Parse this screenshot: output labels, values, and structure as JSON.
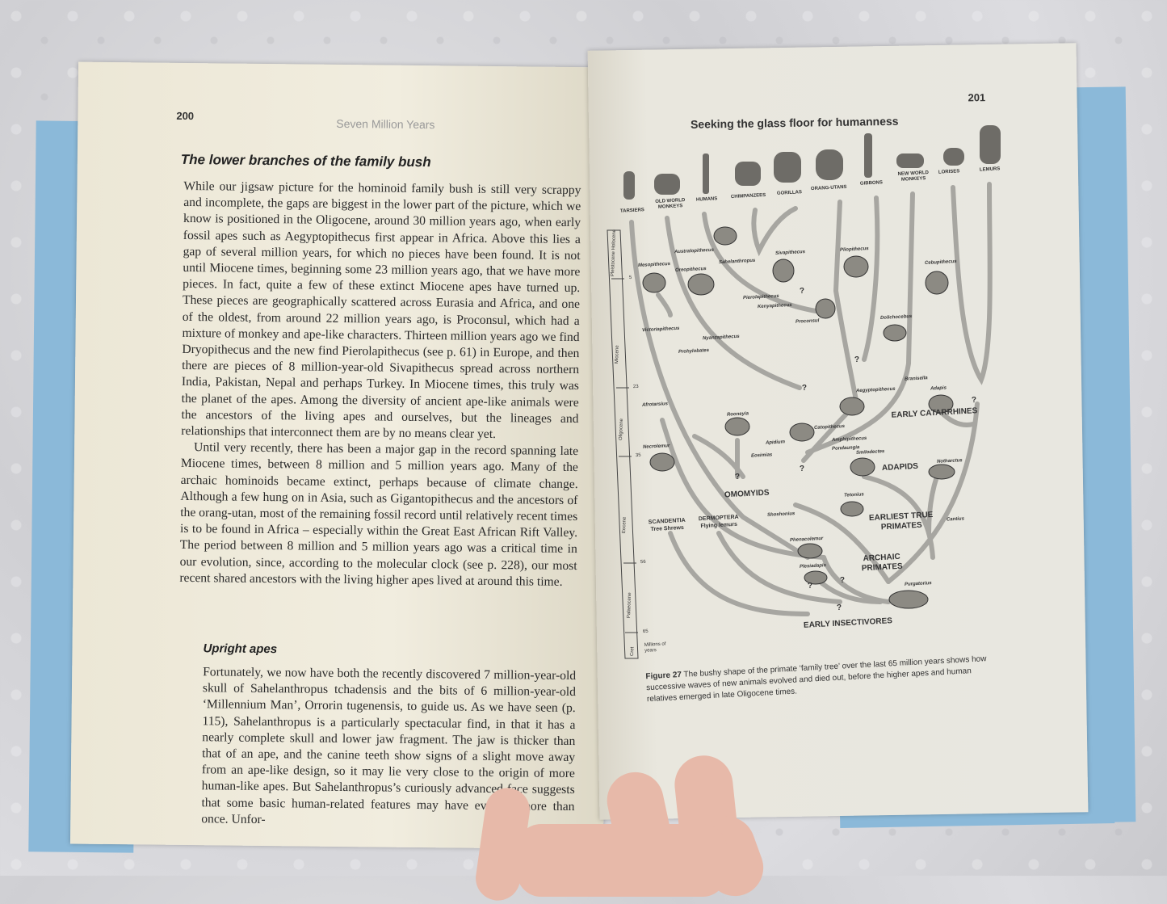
{
  "left_page": {
    "folio": "200",
    "running_head": "Seven Million Years",
    "heading": "The lower branches of the family bush",
    "paragraphs": [
      "While our jigsaw picture for the hominoid family bush is still very scrappy and incomplete, the gaps are biggest in the lower part of the picture, which we know is positioned in the Oligocene, around 30 million years ago, when early fossil apes such as Aegyptopithecus first appear in Africa. Above this lies a gap of several million years, for which no pieces have been found. It is not until Miocene times, beginning some 23 million years ago, that we have more pieces. In fact, quite a few of these extinct Miocene apes have turned up. These pieces are geographically scattered across Eurasia and Africa, and one of the oldest, from around 22 million years ago, is Proconsul, which had a mixture of monkey and ape-like characters. Thirteen million years ago we find Dryopithecus and the new find Pierolapithecus (see p. 61) in Europe, and then there are pieces of 8 million-year-old Sivapithecus spread across northern India, Pakistan, Nepal and perhaps Turkey. In Miocene times, this truly was the planet of the apes. Among the diversity of ancient ape-like animals were the ancestors of the living apes and ourselves, but the lineages and relationships that interconnect them are by no means clear yet.",
      "Until very recently, there has been a major gap in the record spanning late Miocene times, between 8 million and 5 million years ago. Many of the archaic hominoids became extinct, perhaps because of climate change. Although a few hung on in Asia, such as Gigantopithecus and the ancestors of the orang-utan, most of the remaining fossil record until relatively recent times is to be found in Africa – especially within the Great East African Rift Valley. The period between 8 million and 5 million years ago was a critical time in our evolution, since, according to the molecular clock (see p. 228), our most recent shared ancestors with the living higher apes lived at around this time."
    ],
    "subheading": "Upright apes",
    "paragraph3": "Fortunately, we now have both the recently discovered 7 million-year-old skull of Sahelanthropus tchadensis and the bits of 6 million-year-old ‘Millennium Man’, Orrorin tugenensis, to guide us. As we have seen (p. 115), Sahelanthropus is a particularly spectacular find, in that it has a nearly complete skull and lower jaw fragment. The jaw is thicker than that of an ape, and the canine teeth show signs of a slight move away from an ape-like design, so it may lie very close to the origin of more human-like apes. But Sahelanthropus’s curiously advanced face suggests that some basic human-related features may have evolved more than once. Unfor-"
  },
  "right_page": {
    "folio": "201",
    "running_head": "Seeking the glass floor for humanness",
    "living_groups": [
      "Tarsiers",
      "Old World Monkeys",
      "Humans",
      "Chimpanzees",
      "Gorillas",
      "Orang-utans",
      "Gibbons",
      "New World Monkeys",
      "Lorises",
      "Lemurs"
    ],
    "genera": [
      "Australopithecus",
      "Mesopithecus",
      "Oreopithecus",
      "Sahelanthropus",
      "Sivapithecus",
      "Pliopithecus",
      "Cebupithecus",
      "Pierolapithecus",
      "Kenyapithecus",
      "Proconsul",
      "Victoriapithecus",
      "Nyanzapithecus",
      "Prohylobates",
      "Dolichocebus",
      "Branisella",
      "Aegyptopithecus",
      "Adapis",
      "Afrotarsius",
      "Rooneyia",
      "Catopithecus",
      "Apidium",
      "Amphipithecus",
      "Pondaungia",
      "Eosimias",
      "Necrolemur",
      "Smilodectes",
      "Notharctus",
      "Tetonius",
      "Shoshonius",
      "Cantius",
      "Phenacolemur",
      "Plesiadapis",
      "Purgatorius"
    ],
    "groups": [
      "EARLY CATARRHINES",
      "ADAPIDS",
      "OMOMYIDS",
      "EARLIEST TRUE PRIMATES",
      "ARCHAIC PRIMATES",
      "EARLY INSECTIVORES",
      "SCANDENTIA Tree Shrews",
      "DERMOPTERA Flying lemurs"
    ],
    "timeline": {
      "epochs": [
        "Pleistocene Holocene",
        "Miocene",
        "Oligocene",
        "Eocene",
        "Palaeocene",
        "Cret"
      ],
      "ticks": [
        "5",
        "23",
        "35",
        "56",
        "65"
      ],
      "unit": "Millions of years"
    },
    "unknown_mark": "?",
    "caption_label": "Figure 27",
    "caption_text": "The bushy shape of the primate ‘family tree’ over the last 65 million years shows how successive waves of new animals evolved and died out, before the higher apes and human relatives emerged in late Oligocene times."
  }
}
